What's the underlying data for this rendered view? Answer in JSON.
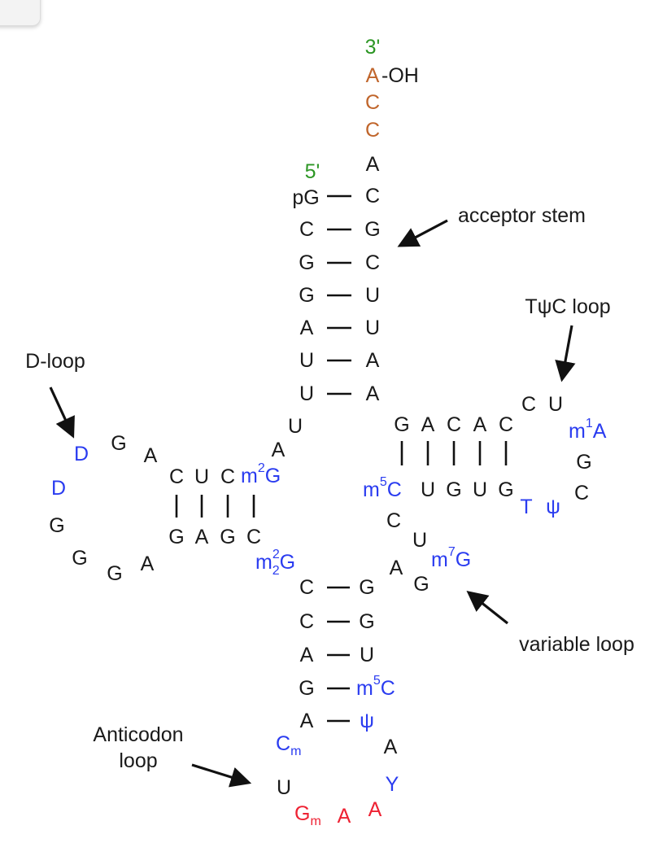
{
  "colors": {
    "normal": "#1a1a1a",
    "modified": "#2a3cf0",
    "cca": "#c0652b",
    "terminus": "#2c9624",
    "anticodon": "#ee2233"
  },
  "labels": {
    "acceptor_stem": "acceptor stem",
    "tpc_loop": "TψC loop",
    "d_loop": "D-loop",
    "variable_loop": "variable loop",
    "anticodon_line1": "Anticodon",
    "anticodon_line2": "loop"
  },
  "terminal": {
    "three_prime": "3'",
    "five_prime": "5'",
    "hydroxyl": "-OH",
    "phosphate": "p"
  },
  "mod": {
    "m": "m",
    "two": "2",
    "one": "1",
    "five": "5",
    "seven": "7",
    "G": "G",
    "A": "A",
    "C": "C"
  },
  "bases": [
    {
      "id": "a76",
      "text": "A",
      "color": "cca"
    },
    {
      "id": "a75",
      "text": "C",
      "color": "cca"
    },
    {
      "id": "a74",
      "text": "C",
      "color": "cca"
    },
    {
      "id": "a73",
      "text": "A",
      "color": "normal"
    },
    {
      "id": "s1r",
      "text": "C",
      "color": "normal"
    },
    {
      "id": "s2l",
      "text": "C",
      "color": "normal"
    },
    {
      "id": "s2r",
      "text": "G",
      "color": "normal"
    },
    {
      "id": "s3l",
      "text": "G",
      "color": "normal"
    },
    {
      "id": "s3r",
      "text": "C",
      "color": "normal"
    },
    {
      "id": "s4l",
      "text": "G",
      "color": "normal"
    },
    {
      "id": "s4r",
      "text": "U",
      "color": "normal"
    },
    {
      "id": "s5l",
      "text": "A",
      "color": "normal"
    },
    {
      "id": "s5r",
      "text": "U",
      "color": "normal"
    },
    {
      "id": "s6l",
      "text": "U",
      "color": "normal"
    },
    {
      "id": "s6r",
      "text": "A",
      "color": "normal"
    },
    {
      "id": "s7l",
      "text": "U",
      "color": "normal"
    },
    {
      "id": "s7r",
      "text": "A",
      "color": "normal"
    },
    {
      "id": "u8",
      "text": "U",
      "color": "normal"
    },
    {
      "id": "a9",
      "text": "A",
      "color": "normal"
    },
    {
      "id": "dt1",
      "text": "C",
      "color": "normal"
    },
    {
      "id": "dt2",
      "text": "U",
      "color": "normal"
    },
    {
      "id": "dt3",
      "text": "C",
      "color": "normal"
    },
    {
      "id": "db1",
      "text": "G",
      "color": "normal"
    },
    {
      "id": "db2",
      "text": "A",
      "color": "normal"
    },
    {
      "id": "db3",
      "text": "G",
      "color": "normal"
    },
    {
      "id": "db4",
      "text": "C",
      "color": "normal"
    },
    {
      "id": "dl_a",
      "text": "A",
      "color": "normal"
    },
    {
      "id": "dl_g1",
      "text": "G",
      "color": "normal"
    },
    {
      "id": "dl_d1",
      "text": "D",
      "color": "modified"
    },
    {
      "id": "dl_d2",
      "text": "D",
      "color": "modified"
    },
    {
      "id": "dl_g2",
      "text": "G",
      "color": "normal"
    },
    {
      "id": "dl_g3",
      "text": "G",
      "color": "normal"
    },
    {
      "id": "dl_g4",
      "text": "G",
      "color": "normal"
    },
    {
      "id": "dl_a2",
      "text": "A",
      "color": "normal"
    },
    {
      "id": "tt1",
      "text": "G",
      "color": "normal"
    },
    {
      "id": "tt2",
      "text": "A",
      "color": "normal"
    },
    {
      "id": "tt3",
      "text": "C",
      "color": "normal"
    },
    {
      "id": "tt4",
      "text": "A",
      "color": "normal"
    },
    {
      "id": "tt5",
      "text": "C",
      "color": "normal"
    },
    {
      "id": "tb2",
      "text": "U",
      "color": "normal"
    },
    {
      "id": "tb3",
      "text": "G",
      "color": "normal"
    },
    {
      "id": "tb4",
      "text": "U",
      "color": "normal"
    },
    {
      "id": "tb5",
      "text": "G",
      "color": "normal"
    },
    {
      "id": "tl_c",
      "text": "C",
      "color": "normal"
    },
    {
      "id": "tl_u",
      "text": "U",
      "color": "normal"
    },
    {
      "id": "tl_g",
      "text": "G",
      "color": "normal"
    },
    {
      "id": "tl_c2",
      "text": "C",
      "color": "normal"
    },
    {
      "id": "tl_psi",
      "text": "ψ",
      "color": "modified"
    },
    {
      "id": "tl_t",
      "text": "T",
      "color": "modified"
    },
    {
      "id": "v_c",
      "text": "C",
      "color": "normal"
    },
    {
      "id": "v_u",
      "text": "U",
      "color": "normal"
    },
    {
      "id": "v_a",
      "text": "A",
      "color": "normal"
    },
    {
      "id": "v_g",
      "text": "G",
      "color": "normal"
    },
    {
      "id": "ac1l",
      "text": "C",
      "color": "normal"
    },
    {
      "id": "ac1r",
      "text": "G",
      "color": "normal"
    },
    {
      "id": "ac2l",
      "text": "C",
      "color": "normal"
    },
    {
      "id": "ac2r",
      "text": "G",
      "color": "normal"
    },
    {
      "id": "ac3l",
      "text": "A",
      "color": "normal"
    },
    {
      "id": "ac3r",
      "text": "U",
      "color": "normal"
    },
    {
      "id": "ac4l",
      "text": "G",
      "color": "normal"
    },
    {
      "id": "ac5l",
      "text": "A",
      "color": "normal"
    },
    {
      "id": "ac5r",
      "text": "ψ",
      "color": "modified"
    },
    {
      "id": "al_a",
      "text": "A",
      "color": "normal"
    },
    {
      "id": "al_y",
      "text": "Y",
      "color": "modified"
    },
    {
      "id": "al_a2",
      "text": "A",
      "color": "anticodon"
    },
    {
      "id": "al_a3",
      "text": "A",
      "color": "anticodon"
    },
    {
      "id": "al_u",
      "text": "U",
      "color": "normal"
    }
  ]
}
